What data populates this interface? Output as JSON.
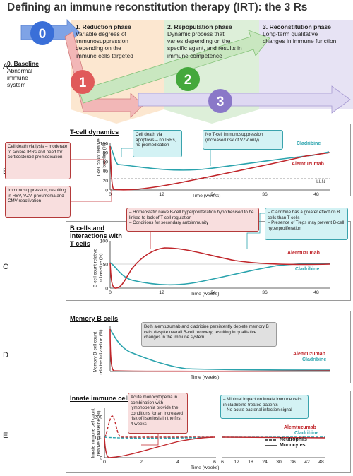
{
  "title": "Defining an immune reconstitution therapy (IRT): the 3 Rs",
  "colors": {
    "teal": "#2aa3ad",
    "red": "#c0262b",
    "phase0": "#3a6fd8",
    "phase1": "#e05a5a",
    "phase2": "#44a83c",
    "phase3": "#8a78c8"
  },
  "phases": [
    {
      "number": "0",
      "heading": "0. Baseline",
      "lines": [
        "Abnormal",
        "immune",
        "system"
      ]
    },
    {
      "number": "1",
      "heading": "1. Reduction phase",
      "lines": [
        "Variable degrees of",
        "immunosuppression",
        "depending on the",
        "immune cells targeted"
      ]
    },
    {
      "number": "2",
      "heading": "2. Repopulation phase",
      "lines": [
        "Dynamic process that",
        "varies depending on the",
        "specific agent, and results in",
        "immune competence"
      ]
    },
    {
      "number": "3",
      "heading": "3. Reconstitution phase",
      "lines": [
        "Long-term qualitative",
        "changes in immune function"
      ]
    }
  ],
  "row_labels": [
    "A",
    "B",
    "C",
    "D",
    "E"
  ],
  "panels": {
    "b": {
      "heading": "T-cell dynamics",
      "ylabel": [
        "T-cell count relative",
        "to baseline (%)"
      ],
      "xlabel": "Time (weeks)",
      "yticks": [
        "0",
        "20",
        "40",
        "60",
        "80",
        "100"
      ],
      "xticks": [
        "0",
        "12",
        "24",
        "36",
        "48"
      ],
      "lln": "LLN",
      "series": [
        "Cladribine",
        "Alemtuzumab"
      ]
    },
    "c": {
      "heading": [
        "B cells and",
        "interactions with",
        "T cells"
      ],
      "ylabel": [
        "B-cell count relative",
        "to baseline (%)"
      ],
      "xlabel": "Time (weeks)",
      "yticks": [
        "0",
        "50",
        "100"
      ],
      "xticks": [
        "0",
        "12",
        "24",
        "36",
        "48"
      ],
      "series": [
        "Alemtuzumab",
        "Cladribine"
      ]
    },
    "d": {
      "heading": "Memory B cells",
      "ylabel": [
        "Memory B-cell count",
        "relative to baseline (%)"
      ],
      "xlabel": "Time (weeks)",
      "series": [
        "Alemtuzumab",
        "Cladribine"
      ]
    },
    "e": {
      "heading": "Innate immune cells",
      "ylabel": [
        "Innate immune cell count",
        "relative to baseline (%)"
      ],
      "xlabel": "Time (weeks)",
      "yticks": [
        "0",
        "100",
        "200"
      ],
      "xticks_left": [
        "0",
        "2",
        "4",
        "6"
      ],
      "xticks_right": [
        "6",
        "12",
        "18",
        "24",
        "30",
        "36",
        "42",
        "48"
      ],
      "series": [
        "Alemtuzumab",
        "Cladribine"
      ],
      "legend": [
        "Neutrophils",
        "Monocytes"
      ]
    }
  },
  "callouts": {
    "lysis": "Cell death via lysis – moderate to severe IRRs and need for corticosteroid premedication",
    "apoptosis": "Cell death via apoptosis – no IRRs, no premedication",
    "no_tcell": "No T-cell immunosuppression (increased risk of VZV only)",
    "immunosuppression": "Immunosuppression, resulting in HSV, VZV, pneumonia and CMV reactivation",
    "homeostatic": [
      "– Homeostatic naive B-cell hyperproliferation hypothesised to be linked to lack of T-cell regulation",
      "– Conditions for secondary autoimmunity"
    ],
    "cladribine_effect": [
      "– Cladribine has a greater effect on B cells than T cells",
      "– Presence of Tregs may prevent B-cell hyperproliferation"
    ],
    "memory": "Both alemtuzumab and cladribine persistently deplete memory B cells despite overall B-cell recovery, resulting in qualitative changes in the immune system",
    "monocytopenia": "Acute monocytopenia in combination with lymphopenia provide the conditions for an increased risk of listeriosis in the first 4 weeks",
    "innate": [
      "– Minimal impact on innate immune cells in cladribine-treated patients",
      "– No acute bacterial infection signal"
    ]
  }
}
